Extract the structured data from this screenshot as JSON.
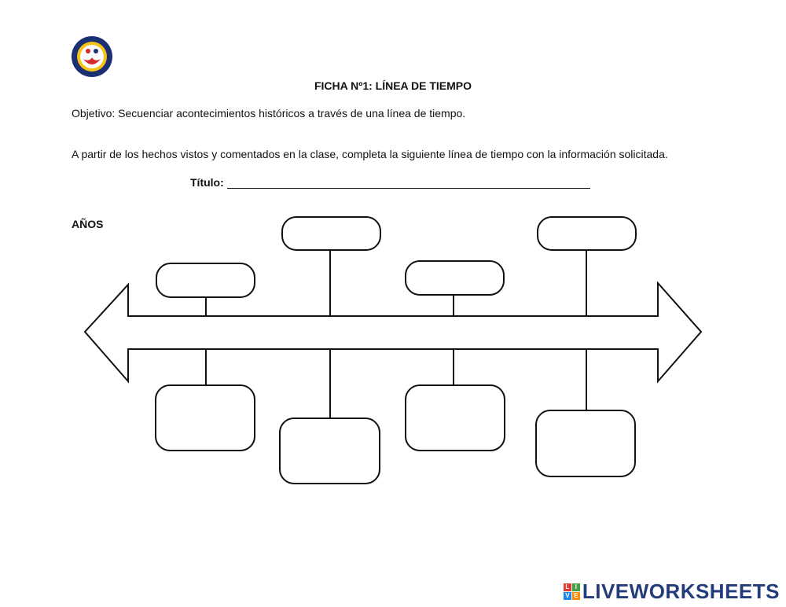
{
  "logo": {
    "icon": "school-crest-icon",
    "colors": {
      "ring": "#1b2f73",
      "inner": "#f6c215",
      "figure": "#d42a2a"
    }
  },
  "worksheet": {
    "title": "FICHA Nº1: LÍNEA DE TIEMPO",
    "objective": "Objetivo: Secuenciar acontecimientos históricos a través de una línea de tiempo.",
    "instructions": "A partir de los hechos vistos y comentados en la clase, completa la siguiente línea de tiempo con la información solicitada.",
    "title_field_label": "Título:",
    "years_label": "AÑOS"
  },
  "timeline": {
    "top_box_count": 4,
    "bottom_box_count": 4,
    "stroke_color": "#111111"
  },
  "brand": {
    "name": "LIVEWORKSHEETS",
    "badge_letters": [
      "L",
      "I",
      "V",
      "E"
    ],
    "badge_colors": [
      "#e53935",
      "#43a047",
      "#1e88e5",
      "#fb8c00"
    ],
    "text_color": "#233c7a"
  }
}
